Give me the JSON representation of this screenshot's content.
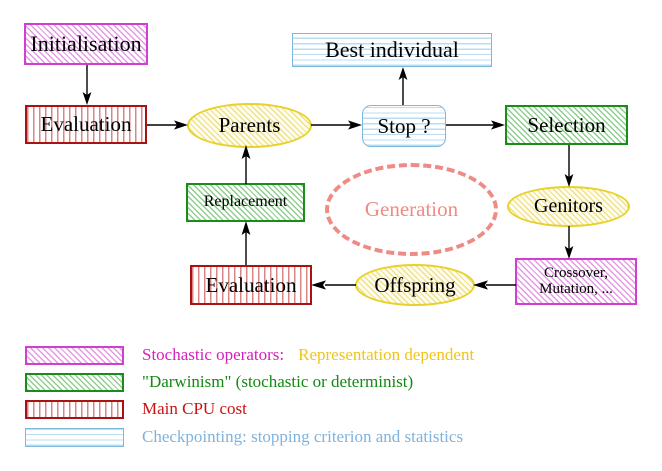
{
  "diagram": {
    "title": "Evolutionary algorithm flow diagram",
    "nodes": {
      "initialisation": "Initialisation",
      "evaluation_top": "Evaluation",
      "parents": "Parents",
      "best_individual": "Best individual",
      "stop": "Stop ?",
      "selection": "Selection",
      "genitors": "Genitors",
      "crossover_line1": "Crossover,",
      "crossover_line2": "Mutation, ...",
      "offspring": "Offspring",
      "evaluation_bottom": "Evaluation",
      "replacement": "Replacement",
      "generation": "Generation"
    }
  },
  "legend": {
    "rows": [
      {
        "swatch": "magenta-diagonal-hatch",
        "label": "Stochastic operators:",
        "label2": "Representation dependent"
      },
      {
        "swatch": "green-diagonal-hatch",
        "label": "\"Darwinism\" (stochastic or determinist)",
        "label2": ""
      },
      {
        "swatch": "red-vertical-hatch",
        "label": "Main CPU cost",
        "label2": ""
      },
      {
        "swatch": "blue-horizontal-lines",
        "label": "Checkpointing: stopping criterion and statistics",
        "label2": ""
      }
    ]
  },
  "colors": {
    "magenta": "#d13fd1",
    "magenta_text": "#d61fbe",
    "gold_text": "#f0c419",
    "green": "#1a8c1a",
    "green_text": "#128a12",
    "red": "#aa1111",
    "red_text": "#cc1111",
    "blue": "#7fb8dd",
    "blue_text": "#7fb3dd",
    "yellow": "#e8d12a",
    "salmon": "#ef8b85"
  }
}
